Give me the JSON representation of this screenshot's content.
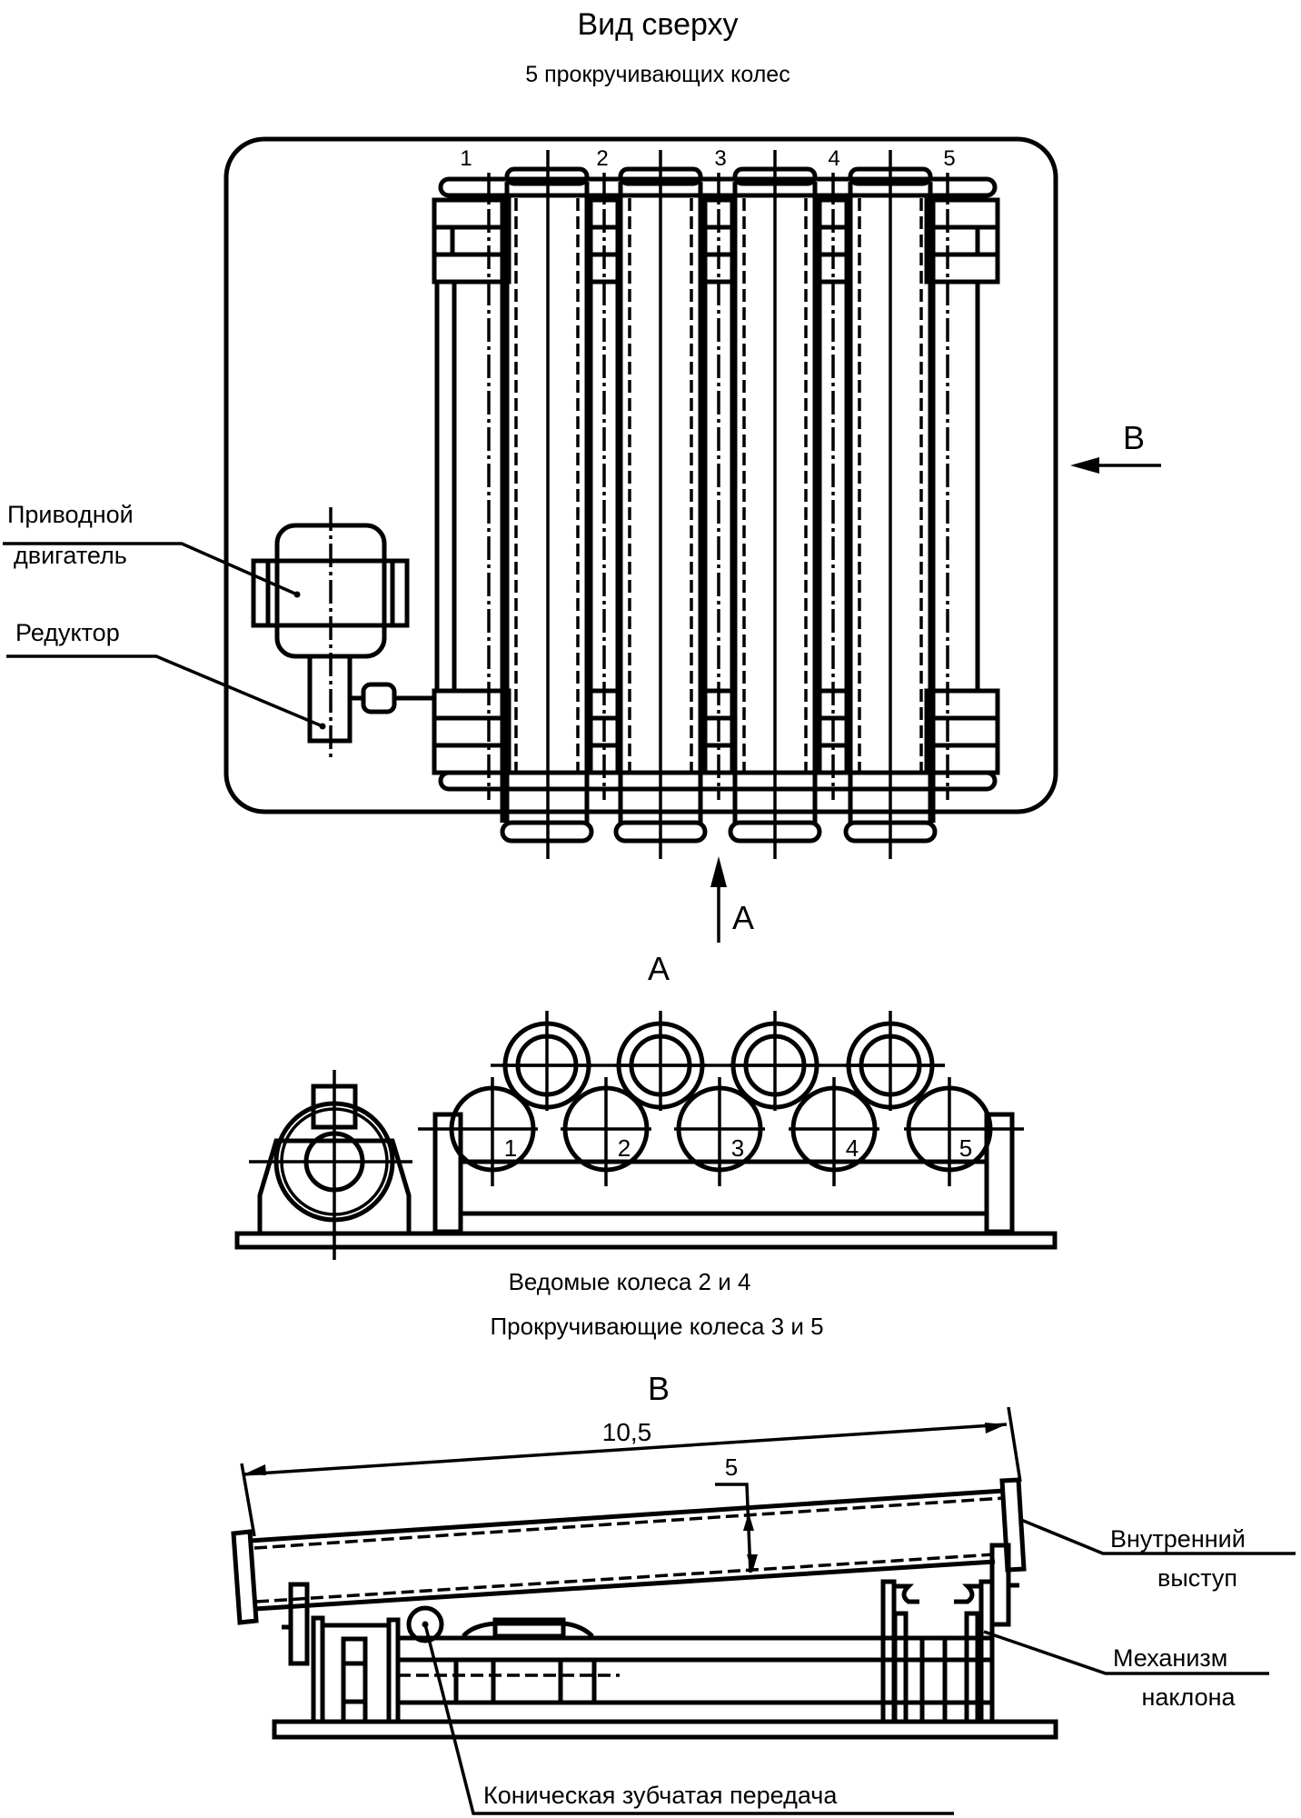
{
  "top_view": {
    "title": "Вид сверху",
    "subtitle": "5 прокручивающих колес",
    "roller_numbers": [
      "1",
      "2",
      "3",
      "4",
      "5"
    ],
    "label_motor_line1": "Приводной",
    "label_motor_line2": "двигатель",
    "label_reducer": "Редуктор",
    "view_arrow_a": "A",
    "view_arrow_b": "B"
  },
  "view_a": {
    "title": "A",
    "wheel_numbers": [
      "1",
      "2",
      "3",
      "4",
      "5"
    ],
    "caption_line1": "Ведомые колеса 2 и 4",
    "caption_line2": "Прокручивающие колеса 3 и 5"
  },
  "view_b": {
    "title": "B",
    "dimension_length": "10,5",
    "dimension_depth": "5",
    "label_inner_lip_line1": "Внутренний",
    "label_inner_lip_line2": "выступ",
    "label_tilt_line1": "Механизм",
    "label_tilt_line2": "наклона",
    "label_bevel_gear": "Коническая зубчатая передача"
  }
}
